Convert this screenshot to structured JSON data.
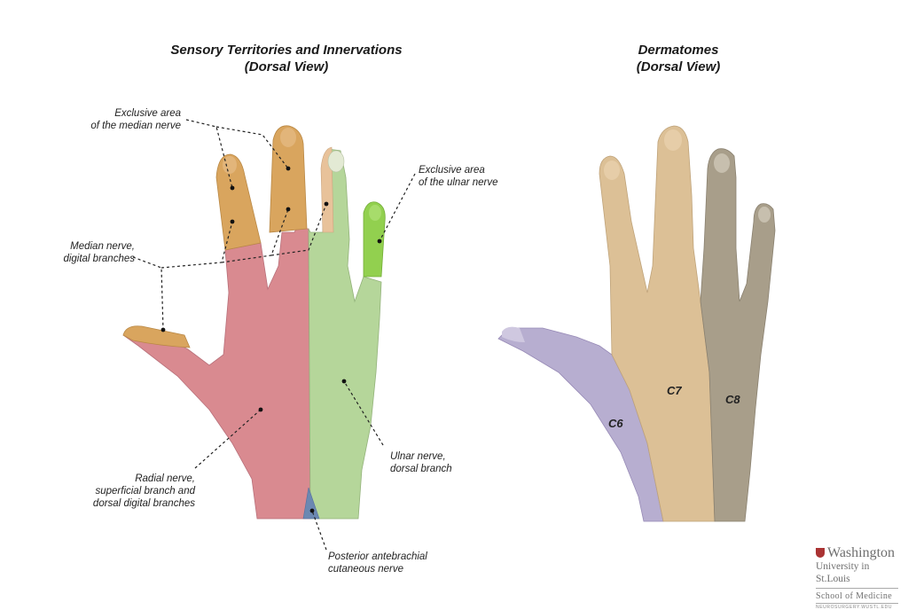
{
  "titles": {
    "left": [
      "Sensory Territories and Innervations",
      "(Dorsal View)"
    ],
    "right": [
      "Dermatomes",
      "(Dorsal View)"
    ]
  },
  "labels": {
    "median_exclusive": [
      "Exclusive area",
      "of the median nerve"
    ],
    "ulnar_exclusive": [
      "Exclusive area",
      "of the ulnar nerve"
    ],
    "median_digital": [
      "Median nerve,",
      "digital branches"
    ],
    "radial": [
      "Radial nerve,",
      "superficial branch and",
      "dorsal digital branches"
    ],
    "ulnar_dorsal": [
      "Ulnar nerve,",
      "dorsal branch"
    ],
    "posterior_antebrachial": [
      "Posterior antebrachial",
      "cutaneous nerve"
    ]
  },
  "dermatomes": [
    "C6",
    "C7",
    "C8"
  ],
  "logo": {
    "line1": "Washington",
    "line2": "University in St.Louis",
    "line3": "School of Medicine",
    "line4": "NEUROSURGERY.WUSTL.EDU"
  },
  "colors": {
    "radial": "#d98a90",
    "ulnar": "#b5d69a",
    "median": "#d9a55e",
    "ulnar_exclusive": "#92d04f",
    "posterior_antebrachial": "#6b88b2",
    "skin": "#e0c3a0",
    "c6": "#b7aed0",
    "c7": "#dcc096",
    "c8": "#a89e8a"
  }
}
